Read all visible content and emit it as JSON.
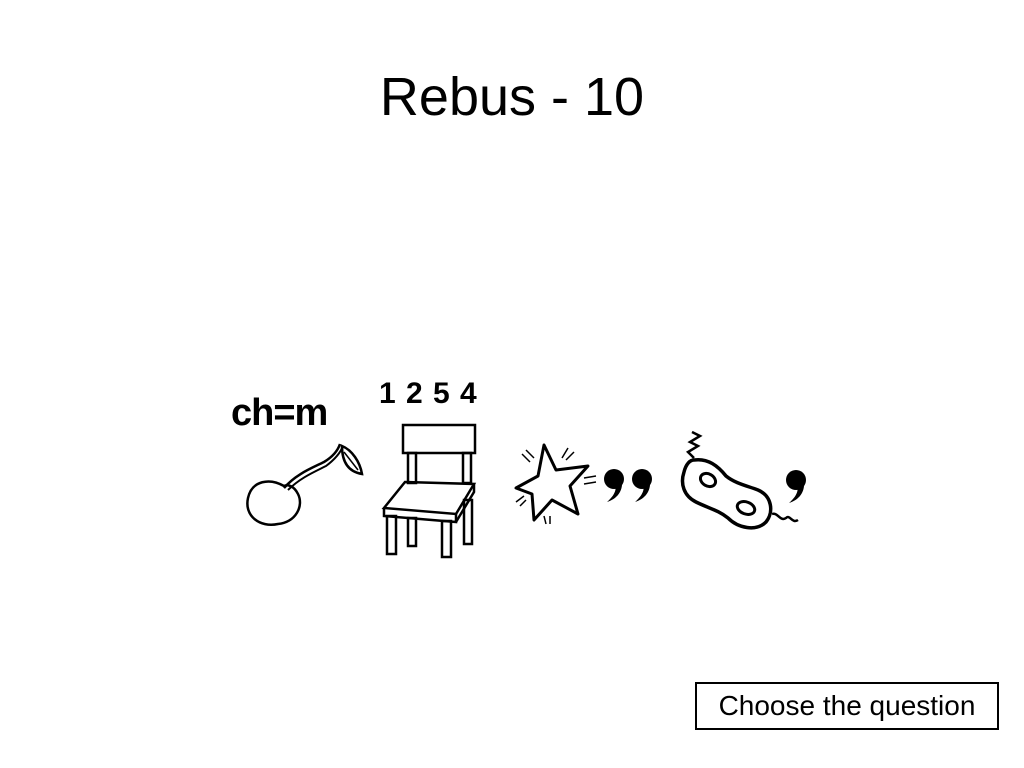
{
  "slide": {
    "title": "Rebus - 10"
  },
  "rebus": {
    "hint_1": "ch=m",
    "hint_2": "1 2 5 4",
    "pictures": [
      {
        "name": "cherry",
        "icon": "cherry-icon"
      },
      {
        "name": "chair",
        "icon": "chair-icon"
      },
      {
        "name": "star",
        "icon": "star-icon"
      },
      {
        "name": "double-comma",
        "icon": "double-comma-icon"
      },
      {
        "name": "mask",
        "icon": "mask-icon"
      },
      {
        "name": "comma",
        "icon": "comma-icon"
      }
    ]
  },
  "navigation": {
    "choose_question_label": "Choose the question"
  }
}
